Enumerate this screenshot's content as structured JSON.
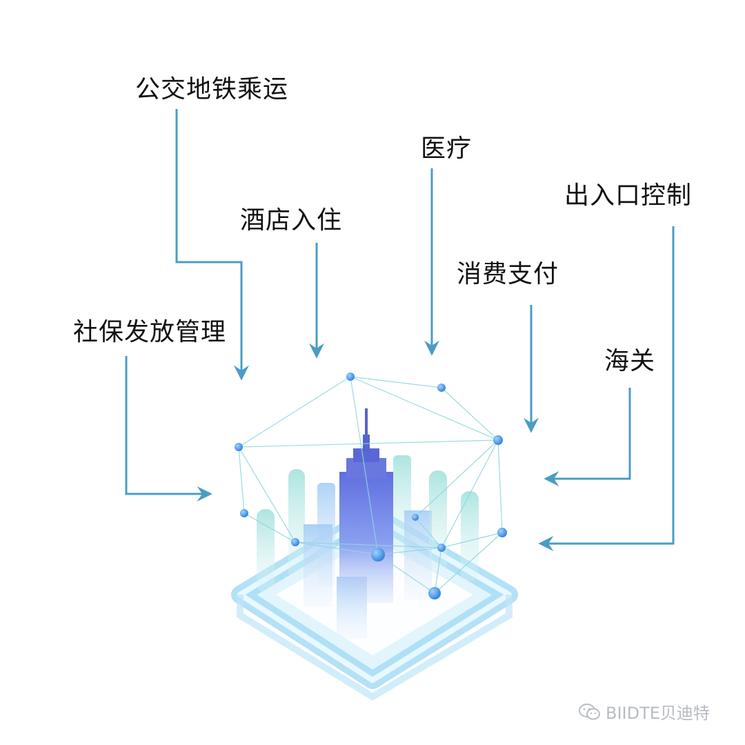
{
  "labels": {
    "transit": "公交地铁乘运",
    "medical": "医疗",
    "hotel": "酒店入住",
    "access_control": "出入口控制",
    "payment": "消费支付",
    "social_security": "社保发放管理",
    "customs": "海关"
  },
  "watermark": {
    "text": "BIIDTE贝迪特",
    "icon": "wechat-icon"
  },
  "colors": {
    "arrow": "#4a9cc4",
    "node": "#3d8fe0",
    "platform": "#a7dcf5",
    "tower": "#6f7fe0"
  }
}
